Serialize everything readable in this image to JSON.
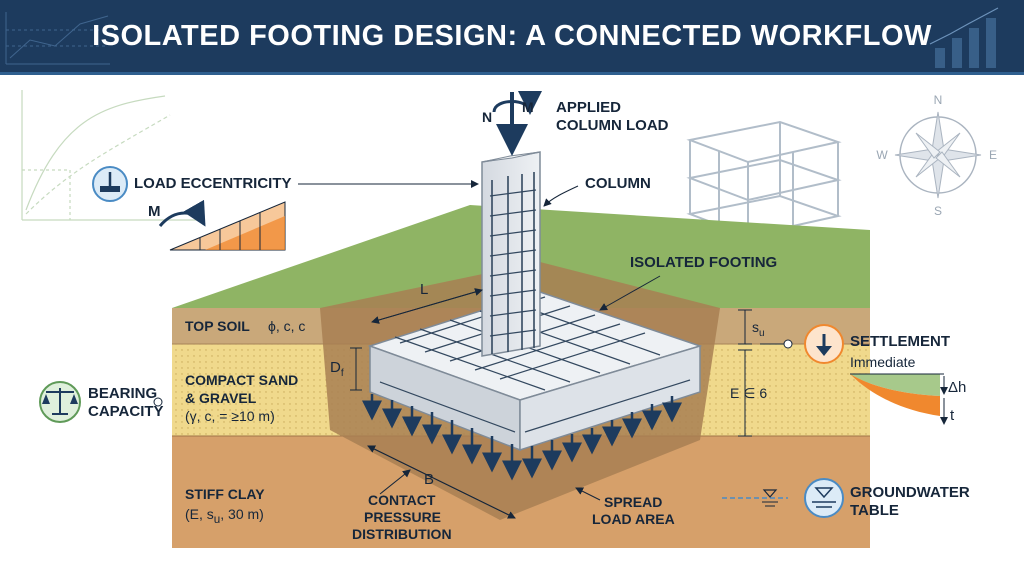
{
  "title": "ISOLATED FOOTING DESIGN: A CONNECTED WORKFLOW",
  "load": {
    "n": "N",
    "m": "M",
    "label_line1": "APPLIED",
    "label_line2": "COLUMN LOAD"
  },
  "eccentricity": {
    "label": "LOAD ECCENTRICITY",
    "m": "M"
  },
  "column": {
    "label": "COLUMN"
  },
  "footing": {
    "label": "ISOLATED FOOTING",
    "length": "L",
    "width": "B",
    "depth": "D",
    "depth_sub": "f"
  },
  "soil_layers": [
    {
      "name": "TOP SOIL",
      "params": "ϕ, c, c"
    },
    {
      "name_line1": "COMPACT SAND",
      "name_line2": "& GRAVEL",
      "params": "(γ, c, = ≥10 m)"
    },
    {
      "name": "STIFF CLAY",
      "params_prefix": "(E, s",
      "params_sub": "u",
      "params_suffix": ", 30 m)"
    }
  ],
  "bearing": {
    "line1": "BEARING",
    "line2": "CAPACITY"
  },
  "pressure": {
    "line1": "CONTACT",
    "line2": "PRESSURE",
    "line3": "DISTRIBUTION"
  },
  "spread": {
    "line1": "SPREAD",
    "line2": "LOAD AREA"
  },
  "settlement": {
    "label": "SETTLEMENT",
    "type": "Immediate",
    "dh": "Δh",
    "t": "t",
    "su": "s",
    "su_sub": "u",
    "modulus": "E ∈ 6"
  },
  "groundwater": {
    "line1": "GROUNDWATER",
    "line2": "TABLE"
  },
  "compass": {
    "n": "N",
    "s": "S",
    "e": "E",
    "w": "W"
  },
  "colors": {
    "header": "#1d3b5e",
    "grass": "#8fb464",
    "topsoil": "#c9a87a",
    "sand": "#f0d98c",
    "clay": "#d6a06a",
    "concrete": "#dfe3e8",
    "rebar": "#33485f",
    "arrow": "#1d3b5e",
    "orange": "#f0882e",
    "green_icon": "#5f9a58",
    "blue_icon": "#4a8bc4"
  }
}
